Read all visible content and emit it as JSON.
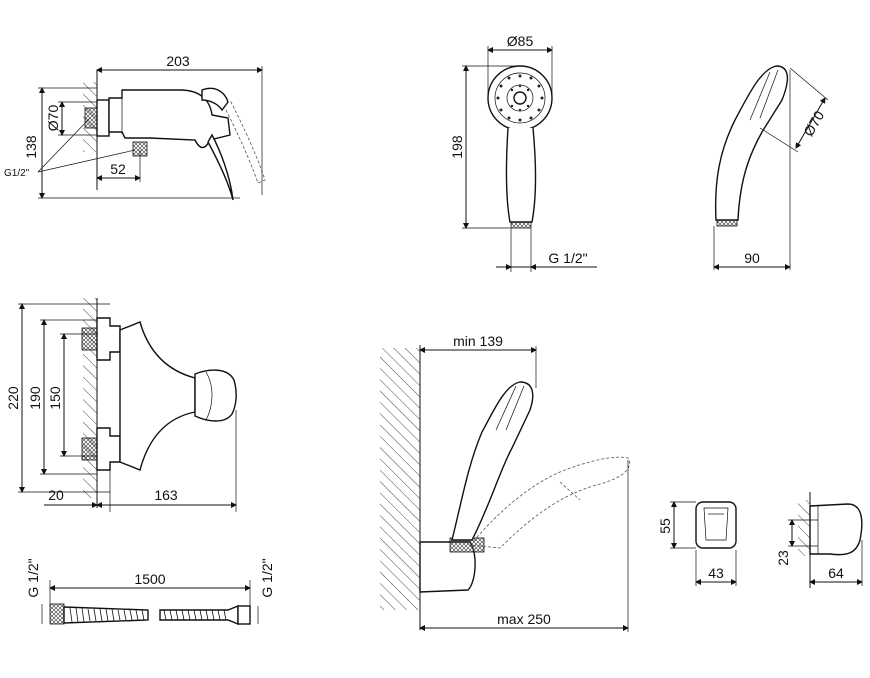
{
  "dimensions": {
    "mixer_top": {
      "width": "203",
      "height": "138",
      "diameter": "Ø70",
      "offset": "52",
      "thread": "G1/2\""
    },
    "shower_head_front": {
      "diameter": "Ø85",
      "height": "198",
      "thread": "G 1/2\""
    },
    "shower_head_side": {
      "diameter": "Ø70",
      "depth": "90"
    },
    "mixer_front": {
      "height_total": "220",
      "height_mid": "190",
      "height_inner": "150",
      "wall_offset": "20",
      "depth": "163"
    },
    "wall_mount": {
      "min_reach": "min 139",
      "max_reach": "max 250"
    },
    "holder_front": {
      "height": "55",
      "width": "43"
    },
    "holder_side": {
      "height": "23",
      "depth": "64"
    },
    "hose": {
      "length": "1500",
      "thread_left": "G 1/2\"",
      "thread_right": "G 1/2\""
    }
  }
}
